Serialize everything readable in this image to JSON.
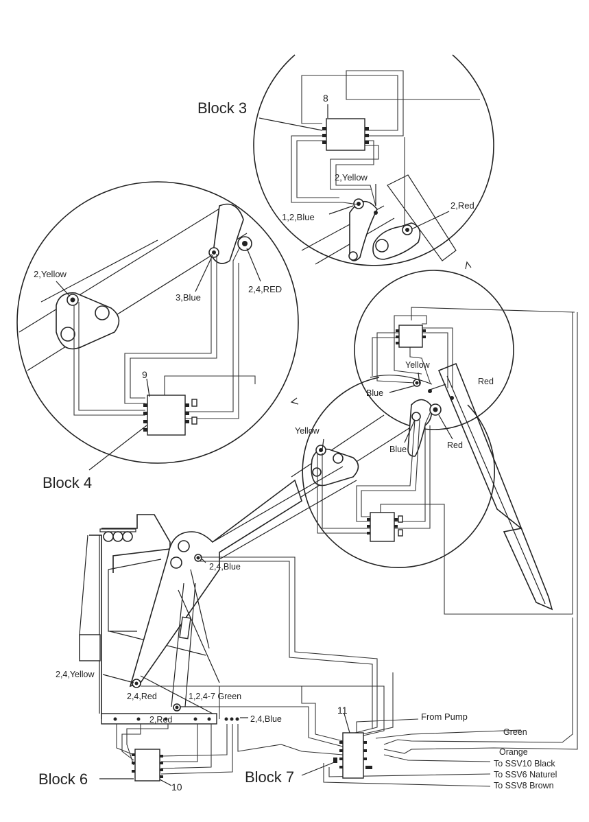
{
  "blocks": {
    "block3": "Block 3",
    "block4": "Block 4",
    "block6": "Block 6",
    "block7": "Block 7"
  },
  "valve_numbers": {
    "v8": "8",
    "v9": "9",
    "v10": "10",
    "v11": "11"
  },
  "block3_labels": {
    "yellow": "2,Yellow",
    "blue": "1,2,Blue",
    "red": "2,Red"
  },
  "block4_labels": {
    "yellow": "2,Yellow",
    "blue": "3,Blue",
    "red": "2,4,RED"
  },
  "arm_labels": {
    "yellow_top": "Yellow",
    "red_top": "Red",
    "blue_top": "Blue",
    "yellow_mid": "Yellow",
    "blue_mid": "Blue",
    "red_mid": "Red"
  },
  "base_labels": {
    "blue_24": "2,4,Blue",
    "yellow_24": "2,4,Yellow",
    "red_24": "2,4,Red",
    "green": "1,2,4-7 Green",
    "red_2": "2,Red",
    "blue_24_b": "2,4,Blue"
  },
  "supply_labels": {
    "from_pump": "From Pump",
    "green": "Green",
    "orange": "Orange",
    "ssv10": "To SSV10 Black",
    "ssv6": "To SSV6 Naturel",
    "ssv8": "To SSV8 Brown"
  }
}
